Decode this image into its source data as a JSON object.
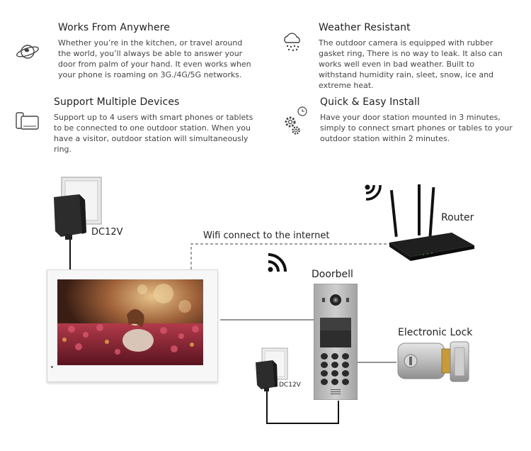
{
  "features": [
    {
      "icon": "globe-icon",
      "title": "Works From Anywhere",
      "desc": "Whether you’re in the kitchen, or travel around the world, you’ll always be able to answer your door from palm of your hand. It even works when your phone is roaming on 3G./4G/5G networks."
    },
    {
      "icon": "weather-cloud-icon",
      "title": "Weather Resistant",
      "desc": "The outdoor camera is equipped with rubber gasket ring, There is no way to leak. It also can works well even in bad weather. Built to withstand humidity rain, sleet, snow, ice and extreme heat."
    },
    {
      "icon": "devices-icon",
      "title": "Support Multiple Devices",
      "desc": "Support up to 4 users with smart phones or tablets to be connected to one outdoor station. When you have a visitor, outdoor station will simultaneously ring."
    },
    {
      "icon": "gear-clock-icon",
      "title": "Quick & Easy Install",
      "desc": "Have your door station mounted in 3 minutes, simply to connect smart phones or tables to your outdoor station within 2 minutes."
    }
  ],
  "diagram": {
    "power_main": "DC12V",
    "power_small": "DC12V",
    "wifi_label": "Wifi connect to the internet",
    "router": "Router",
    "doorbell": "Doorbell",
    "lock": "Electronic Lock"
  }
}
